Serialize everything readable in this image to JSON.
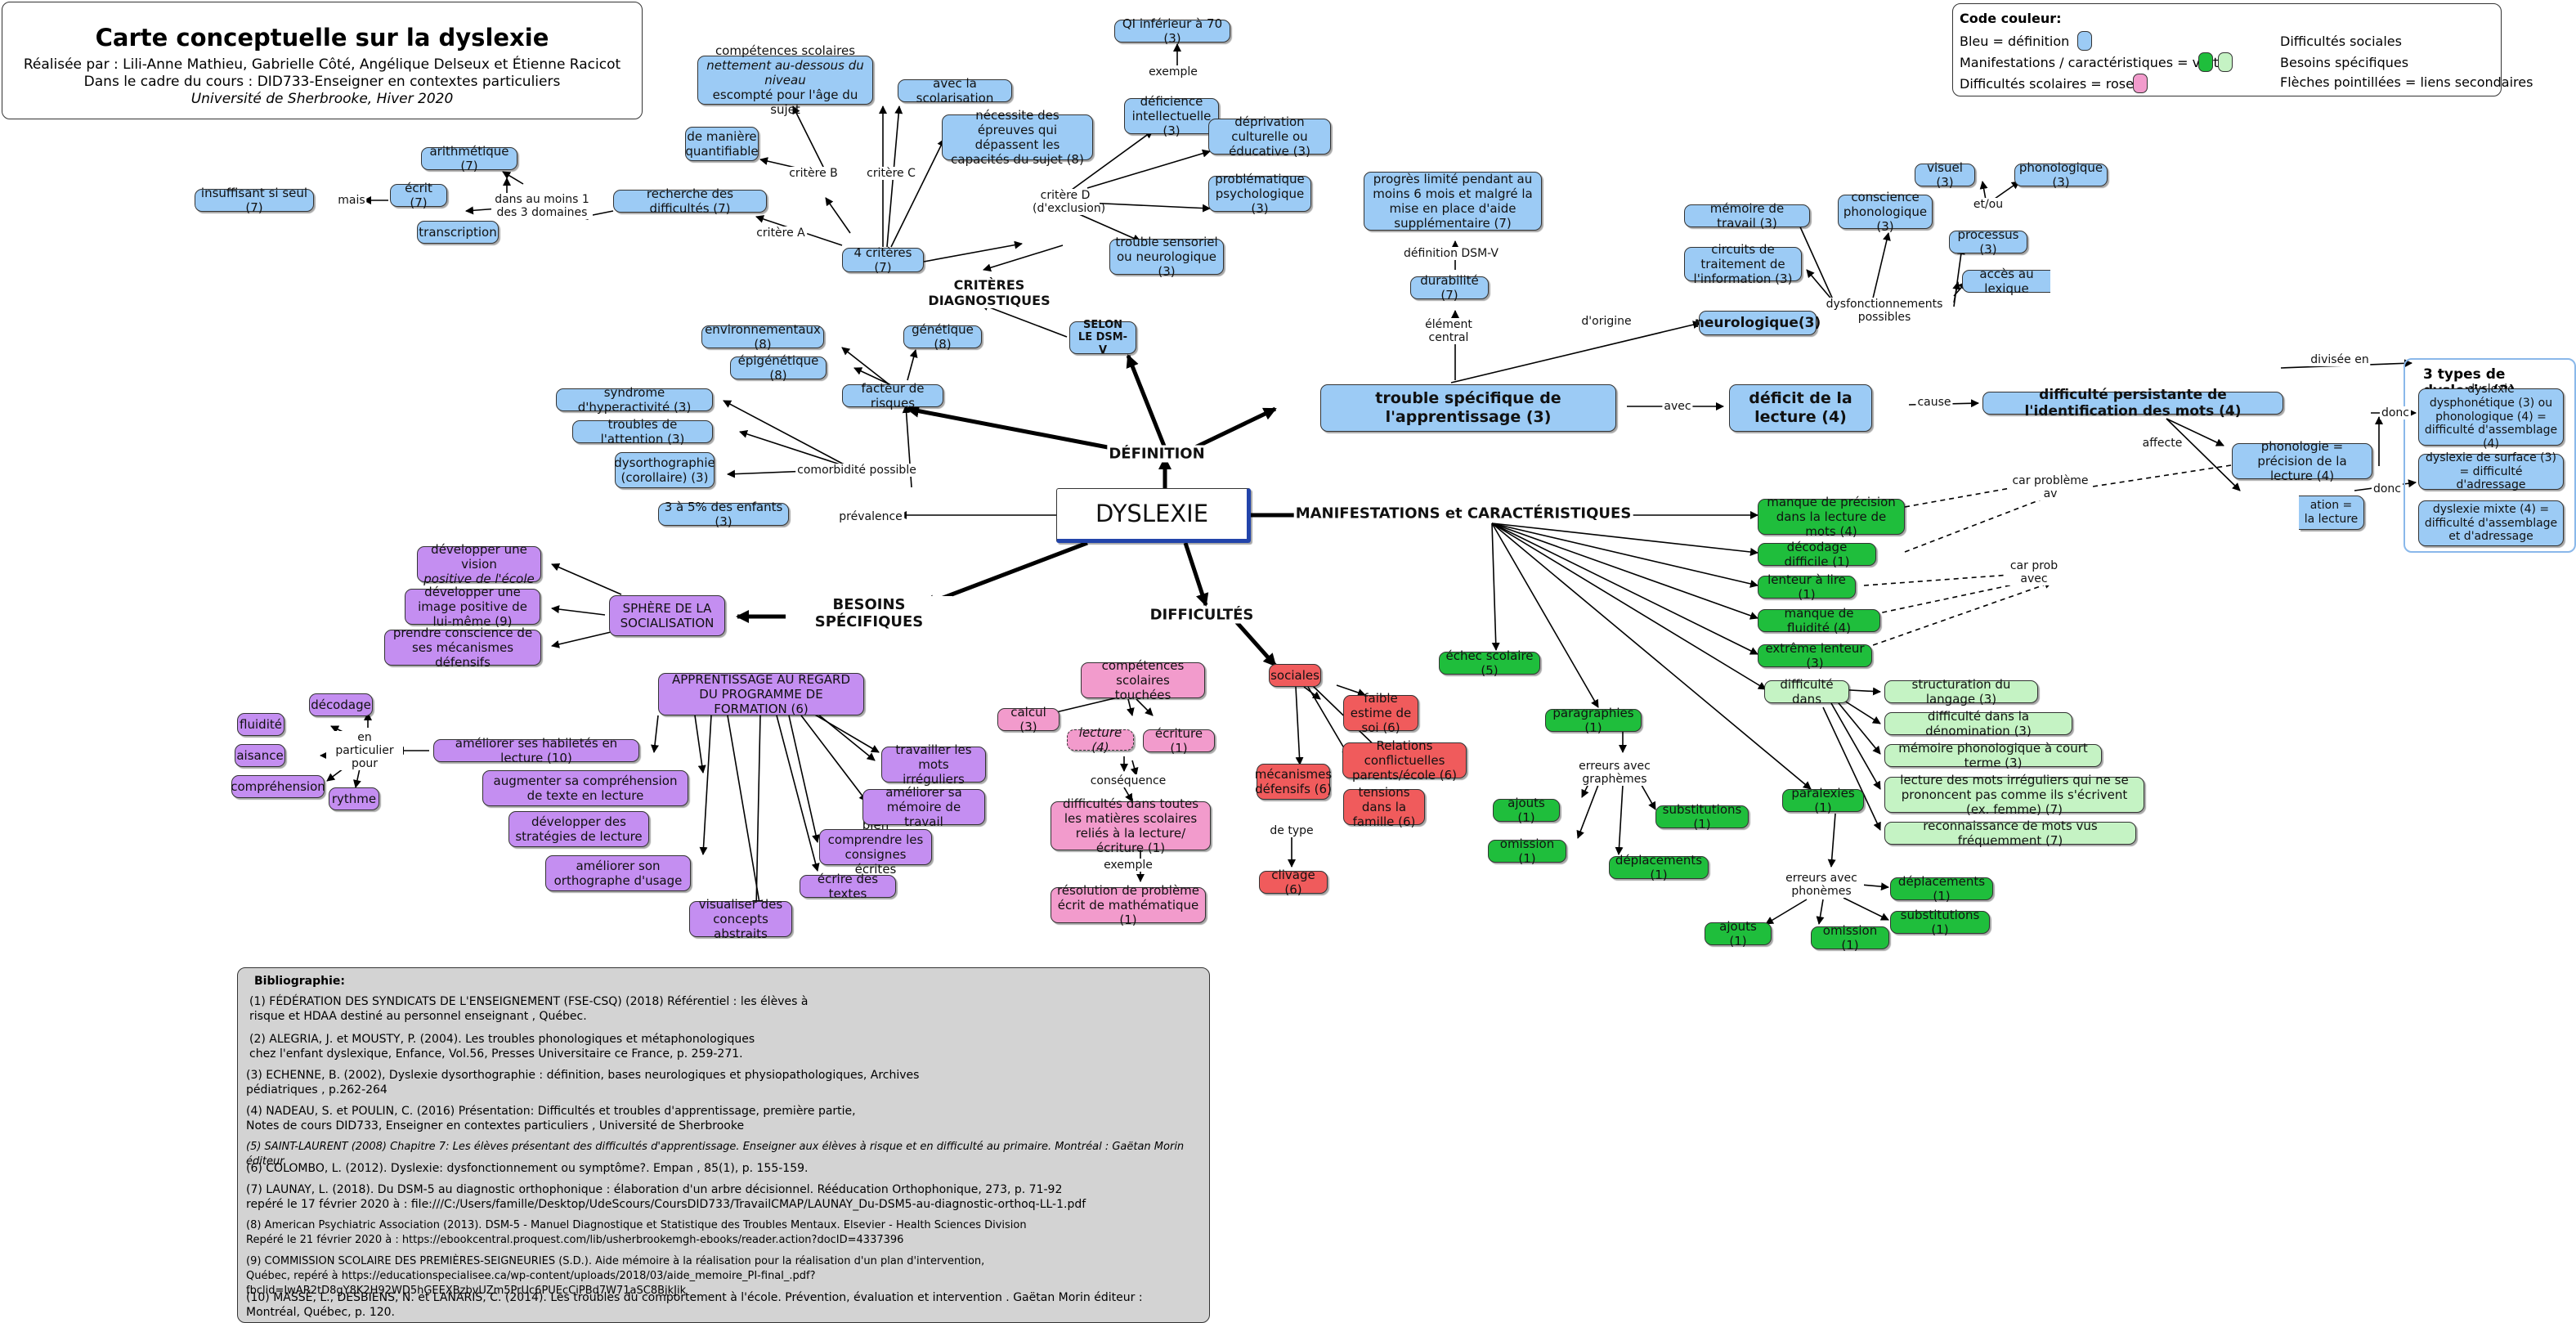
{
  "header": {
    "title": "Carte conceptuelle sur la dyslexie",
    "line1": "Réalisée par : Lili-Anne Mathieu, Gabrielle Côté, Angélique Delseux et Étienne Racicot",
    "line2": "Dans le cadre du cours : DID733-Enseigner en contextes particuliers",
    "line3": "Université de Sherbrooke, Hiver 2020"
  },
  "legend": {
    "title": "Code couleur:",
    "blue": "Bleu = définition",
    "green": "Manifestations / caractéristiques = vert",
    "pink": "Difficultés scolaires = rose",
    "right1": "Difficultés sociales",
    "right2": "Besoins spécifiques",
    "right3": "Flèches pointillées = liens secondaires",
    "colors": {
      "blue": "#9ccbf5",
      "green": "#1fbe3c",
      "lgreen": "#c5f3c4",
      "pink": "#f29bcc",
      "red": "#f05b5c",
      "purple": "#c48ef1"
    }
  },
  "types_title": "3 types de dyslexie (3)",
  "nodes": {
    "dyslexie": "DYSLEXIE",
    "selon": "SELON LE DSM-V",
    "c4": "4 critères (7)",
    "rech": "recherche des difficultés (7)",
    "arith": "arithmétique (7)",
    "ecrit": "écrit (7)",
    "transcr": "transcription",
    "insuff": "insuffisant si seul (7)",
    "compet": "compétences scolaires",
    "compet2": "nettement au-dessous du niveau",
    "compet3": "escompté pour l'âge du sujet",
    "maniere": "de manière quantifiable",
    "scol": "avec la scolarisation",
    "necess": "nécessite des épreuves qui dépassent les capacités du sujet (8)",
    "qi": "QI inférieur à 70 (3)",
    "defint": "déficience intellectuelle (3)",
    "depriv": "déprivation culturelle ou éducative (3)",
    "probpsy": "problématique psychologique (3)",
    "trouble": "trouble sensoriel ou neurologique (3)",
    "progres": "progrès limité pendant au moins 6 mois et malgré la mise en place d'aide supplémentaire (7)",
    "durab": "durabilité (7)",
    "tsa": "trouble spécifique de l'apprentissage (3)",
    "deficit": "déficit de la lecture (4)",
    "diffpers": "difficulté persistante de l'identification des mots (4)",
    "neuro": "neurologique(3)",
    "memtrav": "mémoire de travail (3)",
    "circuits": "circuits de traitement de l'information (3)",
    "consc": "conscience phonologique (3)",
    "visuel": "visuel (3)",
    "phono": "phonologique (3)",
    "process": "processus (3)",
    "acces": "accès au lexique",
    "phonprec": "phonologie = précision de la lecture (4)",
    "cutlect": "ation = la lecture",
    "dysph": "dyslexie dysphonétique (3) ou phonologique (4) = difficulté d'assemblage (4)",
    "dyssurf": "dyslexie de surface (3) = difficulté d'adressage",
    "dysmix": "dyslexie mixte (4) = difficulté d'assemblage et d'adressage",
    "envir": "environnementaux (8)",
    "genet": "génétique (8)",
    "epigen": "épigénétique (8)",
    "facteur": "facteur de risques",
    "synd": "syndrome d'hyperactivité (3)",
    "attent": "troubles de l'attention (3)",
    "dysorth": "dysorthographie (corollaire) (3)",
    "preval": "3 à 5% des enfants (3)",
    "manque": "manque de précision dans la lecture de mots (4)",
    "decod": "décodage difficile (1)",
    "lent": "lenteur à lire (1)",
    "fluid": "manque de fluidité (4)",
    "extlent": "extrême lenteur (3)",
    "diffdans": "difficulté dans",
    "struct": "structuration du langage (3)",
    "denom": "difficulté dans la dénomination (3)",
    "memphon": "mémoire phonologique à court terme (3)",
    "irreg": "lecture des mots irréguliers qui ne se prononcent pas comme ils s'écrivent (ex. femme) (7)",
    "reconn": "reconnaissance de mots vus fréquemment (7)",
    "echec": "échec scolaire (5)",
    "parag": "paragraphies (1)",
    "ajouts1": "ajouts (1)",
    "omiss1": "omission (1)",
    "subst1": "substitutions (1)",
    "depl1": "déplacements (1)",
    "paral": "paralexies (1)",
    "depl2": "déplacements (1)",
    "subst2": "substitutions (1)",
    "ajouts2": "ajouts (1)",
    "omiss2": "omission (1)",
    "sphere": "SPHÈRE DE LA SOCIALISATION",
    "vision1": "développer une vision",
    "vision2": "positive de l'école",
    "image": "développer une image positive de lui-même (9)",
    "prendre": "prendre conscience de ses mécanismes défensifs",
    "apprent": "APPRENTISSAGE AU REGARD DU PROGRAMME DE FORMATION (6)",
    "ameliorer": "améliorer ses habiletés en lecture (10)",
    "decodage": "décodage",
    "fluidite": "fluidité",
    "aisance": "aisance",
    "compreh": "compréhension",
    "rythme": "rythme",
    "augment": "augmenter sa compréhension de texte en lecture",
    "strat": "développer des stratégies de lecture",
    "ortho": "améliorer son orthographe d'usage",
    "visual": "visualiser des concepts abstraits",
    "ecrire": "écrire des textes",
    "bien": "bien comprendre les consignes écrites",
    "memoire": "améliorer sa mémoire de travail",
    "travail": "travailler les mots irréguliers",
    "competT": "compétences scolaires touchées",
    "calcul": "calcul (3)",
    "lecture4": "lecture (4)",
    "ecriture": "écriture (1)",
    "diffmat": "difficultés dans toutes les matières scolaires reliés à la lecture/écriture (1)",
    "resol": "résolution de problème écrit de mathématique (1)",
    "sociales": "sociales",
    "faible": "faible estime de soi (6)",
    "relations": "Relations conflictuelles parents/école (6)",
    "mecan": "mécanismes défensifs (6)",
    "tensions": "tensions dans la famille (6)",
    "clivage": "clivage (6)"
  },
  "labels": {
    "definition": "DÉFINITION",
    "criteres": "CRITÈRES DIAGNOSTIQUES",
    "manif": "MANIFESTATIONS et CARACTÉRISTIQUES",
    "besoins": "BESOINS SPÉCIFIQUES",
    "difficultes": "DIFFICULTÉS",
    "mais": "mais",
    "dans": "dans au moins 1 des 3 domaines",
    "critA": "critère A",
    "critB": "critère B",
    "critC": "critère C",
    "critD": "critère D (d'exclusion)",
    "exemple1": "exemple",
    "defdsm": "définition DSM-V",
    "elem": "élément central",
    "origine": "d'origine",
    "dysfonc": "dysfonctionnements possibles",
    "etou": "et/ou",
    "avec": "avec",
    "cause": "cause",
    "divise": "divisée en",
    "donc1": "donc",
    "donc2": "donc",
    "affecte": "affecte",
    "carprob1": "car problème av",
    "carprob2": "car prob avec",
    "comorb": "comorbidité possible",
    "prev": "prévalence",
    "enpart": "en particulier pour",
    "consequence": "conséquence",
    "exemple2": "exemple",
    "detype": "de type",
    "erreursG": "erreurs avec graphèmes",
    "erreursP": "erreurs avec phonèmes"
  },
  "bibliography": {
    "title": "Bibliographie:",
    "refs": [
      "(1) FÉDÉRATION DES SYNDICATS DE L'ENSEIGNEMENT (FSE-CSQ) (2018) Référentiel : les élèves à\nrisque et HDAA destiné au personnel enseignant , Québec.",
      " (2) ALEGRIA, J. et MOUSTY, P. (2004). Les troubles phonologiques et métaphonologiques\nchez l'enfant dyslexique, Enfance,  Vol.56, Presses Universitaire ce France, p. 259-271.",
      "(3) ECHENNE, B. (2002), Dyslexie dysorthographie : définition, bases neurologiques et physiopathologiques, Archives\npédiatriques , p.262-264",
      "(4) NADEAU, S. et POULIN, C. (2016) Présentation: Difficultés et troubles d'apprentissage, première partie,\nNotes de cours DID733, Enseigner en contextes particuliers , Université de Sherbrooke",
      "(5) SAINT-LAURENT (2008) Chapitre 7: Les élèves présentant des difficultés d'apprentissage. Enseigner aux élèves à risque et en difficulté au primaire. Montréal : Gaëtan Morin éditeur.",
      "(6) COLOMBO, L. (2012). Dyslexie: dysfonctionnement ou symptôme?. Empan , 85(1), p. 155-159.",
      "(7) LAUNAY, L. (2018). Du DSM-5 au diagnostic orthophonique : élaboration d'un arbre décisionnel. Rééducation Orthophonique, 273, p. 71-92\nrepéré le 17 février 2020 à : file:///C:/Users/famille/Desktop/UdeScours/CoursDID733/TravailCMAP/LAUNAY_Du-DSM5-au-diagnostic-orthoq-LL-1.pdf",
      "(8) American Psychiatric Association (2013). DSM-5 - Manuel Diagnostique et Statistique des Troubles Mentaux. Elsevier - Health Sciences Division\nRepéré le 21 février 2020 à : https://ebookcentral.proquest.com/lib/usherbrookemgh-ebooks/reader.action?docID=4337396",
      "(9) COMMISSION SCOLAIRE DES PREMIÈRES-SEIGNEURIES (S.D.). Aide mémoire à la réalisation pour la réalisation d'un plan d'intervention,\nQuébec, repéré à https://educationspecialisee.ca/wp-content/uploads/2018/03/aide_memoire_PI-final_.pdf?fbclid=IwAR2tD8gY8K2H92WD5hGEEXBzbvUZm5PrUc6PUEcCiPBd7W71aSC8BjkJik",
      "(10) MASSÉ, L., DESBIENS, N. et LANARIS, C. (2014). Les troubles du comportement à l'école. Prévention, évaluation et intervention . Gaëtan Morin éditeur : Montréal, Québec, p. 120."
    ]
  }
}
